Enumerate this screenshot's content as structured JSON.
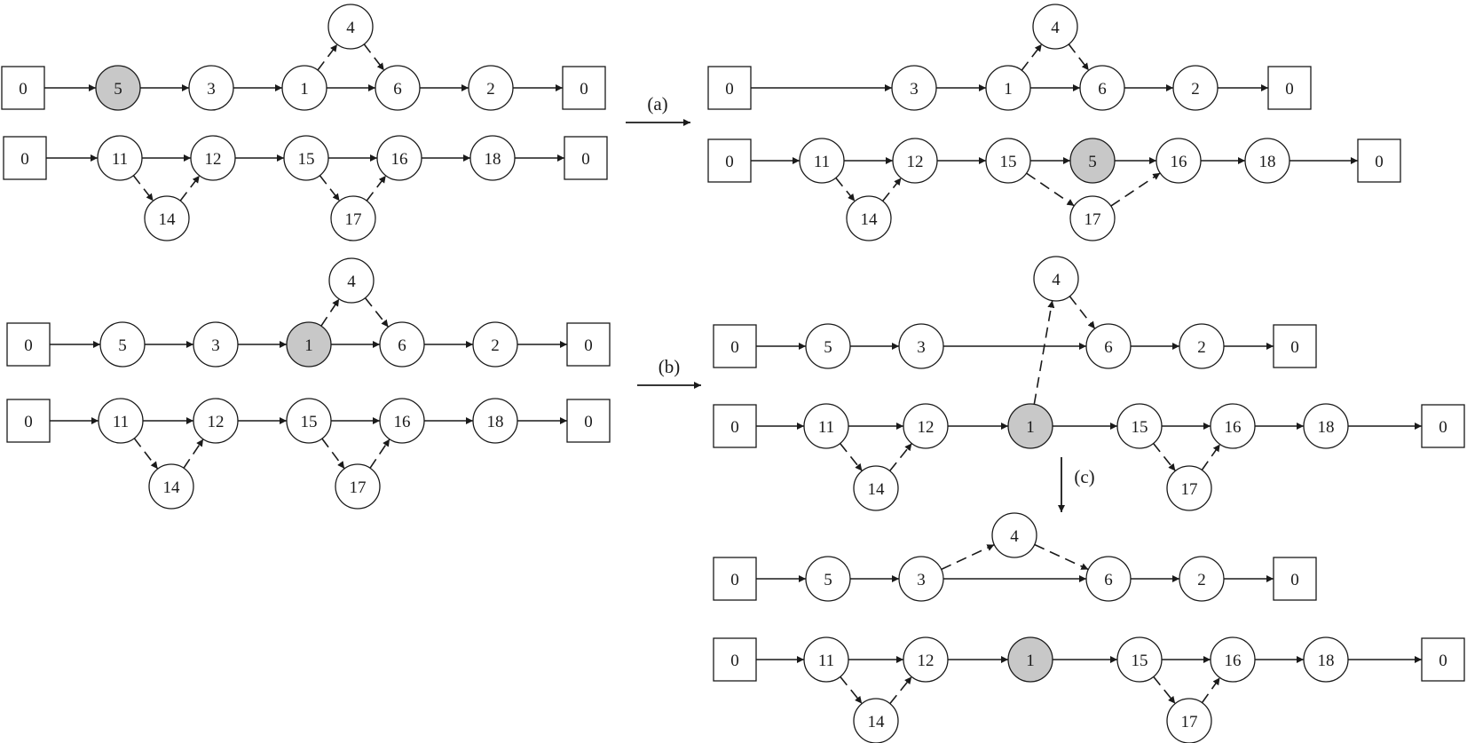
{
  "colors": {
    "line": "#1a1a1a",
    "node_fill": "#ffffff",
    "highlight_fill": "#c8c8c8"
  },
  "step_labels": [
    {
      "id": "a",
      "text": "(a)"
    },
    {
      "id": "b",
      "text": "(b)"
    },
    {
      "id": "c",
      "text": "(c)"
    }
  ],
  "panels": [
    {
      "id": "p1",
      "nodes": [
        {
          "id": "a0",
          "label": "0",
          "shape": "square"
        },
        {
          "id": "a5",
          "label": "5",
          "shape": "circle",
          "highlight": true
        },
        {
          "id": "a3",
          "label": "3",
          "shape": "circle"
        },
        {
          "id": "a1",
          "label": "1",
          "shape": "circle"
        },
        {
          "id": "a4",
          "label": "4",
          "shape": "circle"
        },
        {
          "id": "a6",
          "label": "6",
          "shape": "circle"
        },
        {
          "id": "a2",
          "label": "2",
          "shape": "circle"
        },
        {
          "id": "a0e",
          "label": "0",
          "shape": "square"
        },
        {
          "id": "b0",
          "label": "0",
          "shape": "square"
        },
        {
          "id": "b11",
          "label": "11",
          "shape": "circle"
        },
        {
          "id": "b14",
          "label": "14",
          "shape": "circle"
        },
        {
          "id": "b12",
          "label": "12",
          "shape": "circle"
        },
        {
          "id": "b15",
          "label": "15",
          "shape": "circle"
        },
        {
          "id": "b17",
          "label": "17",
          "shape": "circle"
        },
        {
          "id": "b16",
          "label": "16",
          "shape": "circle"
        },
        {
          "id": "b18",
          "label": "18",
          "shape": "circle"
        },
        {
          "id": "b0e",
          "label": "0",
          "shape": "square"
        }
      ],
      "edges": [
        [
          "a0",
          "a5",
          "solid"
        ],
        [
          "a5",
          "a3",
          "solid"
        ],
        [
          "a3",
          "a1",
          "solid"
        ],
        [
          "a1",
          "a4",
          "dashed"
        ],
        [
          "a4",
          "a6",
          "dashed"
        ],
        [
          "a1",
          "a6",
          "solid"
        ],
        [
          "a6",
          "a2",
          "solid"
        ],
        [
          "a2",
          "a0e",
          "solid"
        ],
        [
          "b0",
          "b11",
          "solid"
        ],
        [
          "b11",
          "b12",
          "solid"
        ],
        [
          "b11",
          "b14",
          "dashed"
        ],
        [
          "b14",
          "b12",
          "dashed"
        ],
        [
          "b12",
          "b15",
          "solid"
        ],
        [
          "b15",
          "b16",
          "solid"
        ],
        [
          "b15",
          "b17",
          "dashed"
        ],
        [
          "b17",
          "b16",
          "dashed"
        ],
        [
          "b16",
          "b18",
          "solid"
        ],
        [
          "b18",
          "b0e",
          "solid"
        ]
      ]
    },
    {
      "id": "p2",
      "nodes": [
        {
          "id": "a0",
          "label": "0",
          "shape": "square"
        },
        {
          "id": "a3",
          "label": "3",
          "shape": "circle"
        },
        {
          "id": "a1",
          "label": "1",
          "shape": "circle"
        },
        {
          "id": "a4",
          "label": "4",
          "shape": "circle"
        },
        {
          "id": "a6",
          "label": "6",
          "shape": "circle"
        },
        {
          "id": "a2",
          "label": "2",
          "shape": "circle"
        },
        {
          "id": "a0e",
          "label": "0",
          "shape": "square"
        },
        {
          "id": "b0",
          "label": "0",
          "shape": "square"
        },
        {
          "id": "b11",
          "label": "11",
          "shape": "circle"
        },
        {
          "id": "b14",
          "label": "14",
          "shape": "circle"
        },
        {
          "id": "b12",
          "label": "12",
          "shape": "circle"
        },
        {
          "id": "b15",
          "label": "15",
          "shape": "circle"
        },
        {
          "id": "b5",
          "label": "5",
          "shape": "circle",
          "highlight": true
        },
        {
          "id": "b17",
          "label": "17",
          "shape": "circle"
        },
        {
          "id": "b16",
          "label": "16",
          "shape": "circle"
        },
        {
          "id": "b18",
          "label": "18",
          "shape": "circle"
        },
        {
          "id": "b0e",
          "label": "0",
          "shape": "square"
        }
      ],
      "edges": [
        [
          "a0",
          "a3",
          "solid"
        ],
        [
          "a3",
          "a1",
          "solid"
        ],
        [
          "a1",
          "a4",
          "dashed"
        ],
        [
          "a4",
          "a6",
          "dashed"
        ],
        [
          "a1",
          "a6",
          "solid"
        ],
        [
          "a6",
          "a2",
          "solid"
        ],
        [
          "a2",
          "a0e",
          "solid"
        ],
        [
          "b0",
          "b11",
          "solid"
        ],
        [
          "b11",
          "b12",
          "solid"
        ],
        [
          "b11",
          "b14",
          "dashed"
        ],
        [
          "b14",
          "b12",
          "dashed"
        ],
        [
          "b12",
          "b15",
          "solid"
        ],
        [
          "b15",
          "b5",
          "solid"
        ],
        [
          "b5",
          "b16",
          "solid"
        ],
        [
          "b15",
          "b17",
          "dashed"
        ],
        [
          "b17",
          "b16",
          "dashed"
        ],
        [
          "b16",
          "b18",
          "solid"
        ],
        [
          "b18",
          "b0e",
          "solid"
        ]
      ]
    },
    {
      "id": "p3",
      "nodes": [
        {
          "id": "a0",
          "label": "0",
          "shape": "square"
        },
        {
          "id": "a5",
          "label": "5",
          "shape": "circle"
        },
        {
          "id": "a3",
          "label": "3",
          "shape": "circle"
        },
        {
          "id": "a1",
          "label": "1",
          "shape": "circle",
          "highlight": true
        },
        {
          "id": "a4",
          "label": "4",
          "shape": "circle"
        },
        {
          "id": "a6",
          "label": "6",
          "shape": "circle"
        },
        {
          "id": "a2",
          "label": "2",
          "shape": "circle"
        },
        {
          "id": "a0e",
          "label": "0",
          "shape": "square"
        },
        {
          "id": "b0",
          "label": "0",
          "shape": "square"
        },
        {
          "id": "b11",
          "label": "11",
          "shape": "circle"
        },
        {
          "id": "b14",
          "label": "14",
          "shape": "circle"
        },
        {
          "id": "b12",
          "label": "12",
          "shape": "circle"
        },
        {
          "id": "b15",
          "label": "15",
          "shape": "circle"
        },
        {
          "id": "b17",
          "label": "17",
          "shape": "circle"
        },
        {
          "id": "b16",
          "label": "16",
          "shape": "circle"
        },
        {
          "id": "b18",
          "label": "18",
          "shape": "circle"
        },
        {
          "id": "b0e",
          "label": "0",
          "shape": "square"
        }
      ],
      "edges": [
        [
          "a0",
          "a5",
          "solid"
        ],
        [
          "a5",
          "a3",
          "solid"
        ],
        [
          "a3",
          "a1",
          "solid"
        ],
        [
          "a1",
          "a4",
          "dashed"
        ],
        [
          "a4",
          "a6",
          "dashed"
        ],
        [
          "a1",
          "a6",
          "solid"
        ],
        [
          "a6",
          "a2",
          "solid"
        ],
        [
          "a2",
          "a0e",
          "solid"
        ],
        [
          "b0",
          "b11",
          "solid"
        ],
        [
          "b11",
          "b12",
          "solid"
        ],
        [
          "b11",
          "b14",
          "dashed"
        ],
        [
          "b14",
          "b12",
          "dashed"
        ],
        [
          "b12",
          "b15",
          "solid"
        ],
        [
          "b15",
          "b16",
          "solid"
        ],
        [
          "b15",
          "b17",
          "dashed"
        ],
        [
          "b17",
          "b16",
          "dashed"
        ],
        [
          "b16",
          "b18",
          "solid"
        ],
        [
          "b18",
          "b0e",
          "solid"
        ]
      ]
    },
    {
      "id": "p4",
      "nodes": [
        {
          "id": "a0",
          "label": "0",
          "shape": "square"
        },
        {
          "id": "a5",
          "label": "5",
          "shape": "circle"
        },
        {
          "id": "a3",
          "label": "3",
          "shape": "circle"
        },
        {
          "id": "a4",
          "label": "4",
          "shape": "circle"
        },
        {
          "id": "a6",
          "label": "6",
          "shape": "circle"
        },
        {
          "id": "a2",
          "label": "2",
          "shape": "circle"
        },
        {
          "id": "a0e",
          "label": "0",
          "shape": "square"
        },
        {
          "id": "b0",
          "label": "0",
          "shape": "square"
        },
        {
          "id": "b11",
          "label": "11",
          "shape": "circle"
        },
        {
          "id": "b14",
          "label": "14",
          "shape": "circle"
        },
        {
          "id": "b12",
          "label": "12",
          "shape": "circle"
        },
        {
          "id": "b1",
          "label": "1",
          "shape": "circle",
          "highlight": true
        },
        {
          "id": "b15",
          "label": "15",
          "shape": "circle"
        },
        {
          "id": "b17",
          "label": "17",
          "shape": "circle"
        },
        {
          "id": "b16",
          "label": "16",
          "shape": "circle"
        },
        {
          "id": "b18",
          "label": "18",
          "shape": "circle"
        },
        {
          "id": "b0e",
          "label": "0",
          "shape": "square"
        }
      ],
      "edges": [
        [
          "a0",
          "a5",
          "solid"
        ],
        [
          "a5",
          "a3",
          "solid"
        ],
        [
          "a3",
          "a6",
          "solid"
        ],
        [
          "b1",
          "a4",
          "dashed"
        ],
        [
          "a4",
          "a6",
          "dashed"
        ],
        [
          "a6",
          "a2",
          "solid"
        ],
        [
          "a2",
          "a0e",
          "solid"
        ],
        [
          "b0",
          "b11",
          "solid"
        ],
        [
          "b11",
          "b12",
          "solid"
        ],
        [
          "b11",
          "b14",
          "dashed"
        ],
        [
          "b14",
          "b12",
          "dashed"
        ],
        [
          "b12",
          "b1",
          "solid"
        ],
        [
          "b1",
          "b15",
          "solid"
        ],
        [
          "b15",
          "b16",
          "solid"
        ],
        [
          "b15",
          "b17",
          "dashed"
        ],
        [
          "b17",
          "b16",
          "dashed"
        ],
        [
          "b16",
          "b18",
          "solid"
        ],
        [
          "b18",
          "b0e",
          "solid"
        ]
      ]
    },
    {
      "id": "p5",
      "nodes": [
        {
          "id": "a0",
          "label": "0",
          "shape": "square"
        },
        {
          "id": "a5",
          "label": "5",
          "shape": "circle"
        },
        {
          "id": "a3",
          "label": "3",
          "shape": "circle"
        },
        {
          "id": "a4",
          "label": "4",
          "shape": "circle"
        },
        {
          "id": "a6",
          "label": "6",
          "shape": "circle"
        },
        {
          "id": "a2",
          "label": "2",
          "shape": "circle"
        },
        {
          "id": "a0e",
          "label": "0",
          "shape": "square"
        },
        {
          "id": "b0",
          "label": "0",
          "shape": "square"
        },
        {
          "id": "b11",
          "label": "11",
          "shape": "circle"
        },
        {
          "id": "b14",
          "label": "14",
          "shape": "circle"
        },
        {
          "id": "b12",
          "label": "12",
          "shape": "circle"
        },
        {
          "id": "b1",
          "label": "1",
          "shape": "circle",
          "highlight": true
        },
        {
          "id": "b15",
          "label": "15",
          "shape": "circle"
        },
        {
          "id": "b17",
          "label": "17",
          "shape": "circle"
        },
        {
          "id": "b16",
          "label": "16",
          "shape": "circle"
        },
        {
          "id": "b18",
          "label": "18",
          "shape": "circle"
        },
        {
          "id": "b0e",
          "label": "0",
          "shape": "square"
        }
      ],
      "edges": [
        [
          "a0",
          "a5",
          "solid"
        ],
        [
          "a5",
          "a3",
          "solid"
        ],
        [
          "a3",
          "a6",
          "solid"
        ],
        [
          "a3",
          "a4",
          "dashed"
        ],
        [
          "a4",
          "a6",
          "dashed"
        ],
        [
          "a6",
          "a2",
          "solid"
        ],
        [
          "a2",
          "a0e",
          "solid"
        ],
        [
          "b0",
          "b11",
          "solid"
        ],
        [
          "b11",
          "b12",
          "solid"
        ],
        [
          "b11",
          "b14",
          "dashed"
        ],
        [
          "b14",
          "b12",
          "dashed"
        ],
        [
          "b12",
          "b1",
          "solid"
        ],
        [
          "b1",
          "b15",
          "solid"
        ],
        [
          "b15",
          "b16",
          "solid"
        ],
        [
          "b15",
          "b17",
          "dashed"
        ],
        [
          "b17",
          "b16",
          "dashed"
        ],
        [
          "b16",
          "b18",
          "solid"
        ],
        [
          "b18",
          "b0e",
          "solid"
        ]
      ]
    }
  ]
}
